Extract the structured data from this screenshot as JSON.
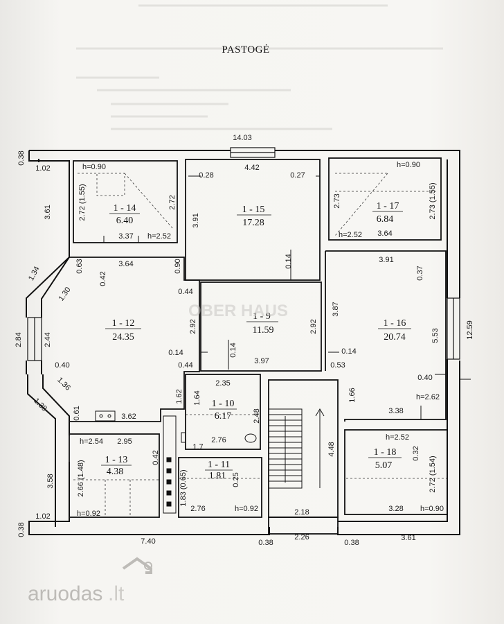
{
  "title": "PASTOGĖ",
  "watermark": "OBER HAUS",
  "logo": {
    "text_main": "aruodas",
    "text_tld": ".lt"
  },
  "rooms": [
    {
      "id": "1 - 14",
      "area": "6.40"
    },
    {
      "id": "1 - 15",
      "area": "17.28"
    },
    {
      "id": "1 - 17",
      "area": "6.84"
    },
    {
      "id": "1 - 12",
      "area": "24.35"
    },
    {
      "id": "1 - 9",
      "area": "11.59"
    },
    {
      "id": "1 - 16",
      "area": "20.74"
    },
    {
      "id": "1 - 10",
      "area": "6.17"
    },
    {
      "id": "1 - 13",
      "area": "4.38"
    },
    {
      "id": "1 - 11",
      "area": "1.81"
    },
    {
      "id": "1 - 18",
      "area": "5.07"
    }
  ],
  "dimensions": [
    "14.03",
    "0.38",
    "1.02",
    "h=0.90",
    "2.72 (1.55)",
    "2.72",
    "3.37",
    "h=2.52",
    "0.28",
    "4.42",
    "0.27",
    "3.91",
    "h=0.90",
    "2.73",
    "2.73 (1.55)",
    "h=2.52",
    "3.64",
    "3.61",
    "1.34",
    "0.63",
    "3.64",
    "0.42",
    "0.90",
    "0.14",
    "3.91",
    "0.37",
    "1.30",
    "0.44",
    "2.92",
    "2.92",
    "3.87",
    "2.84",
    "2.44",
    "5.53",
    "12.59",
    "0.14",
    "0.14",
    "0.14",
    "3.97",
    "0.40",
    "0.44",
    "0.53",
    "0.40",
    "1.36",
    "2.35",
    "1.64",
    "1.62",
    "1.66",
    "h=2.62",
    "1.38",
    "0.61",
    "3.62",
    "2.48",
    "3.38",
    "h=2.54",
    "2.95",
    "1.7",
    "2.76",
    "h=2.52",
    "4.48",
    "0.32",
    "2.66 (1.48)",
    "0.42",
    "1.83 (0.65)",
    "0.25",
    "2.72 (1.54)",
    "3.58",
    "2.76",
    "h=0.92",
    "3.28",
    "h=0.90",
    "h=0.92",
    "2.18",
    "0.38",
    "1.02",
    "7.40",
    "0.38",
    "2.26",
    "0.38",
    "3.61"
  ]
}
